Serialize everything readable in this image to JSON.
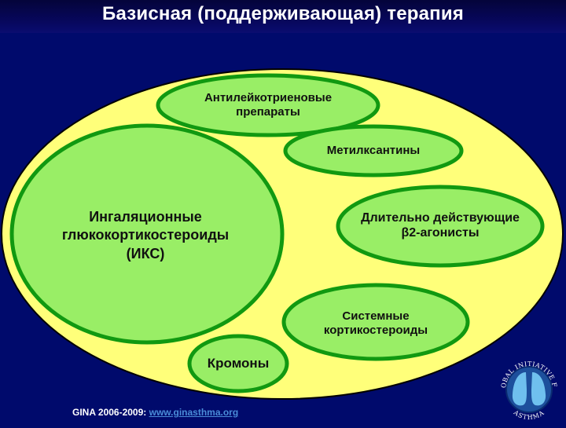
{
  "header": {
    "title": "Базисная (поддерживающая) терапия"
  },
  "diagram": {
    "container": {
      "label": "",
      "fill": "#ffff7a",
      "border": "#000000"
    },
    "node_fill": "#99ee66",
    "node_border": "#119911",
    "nodes": [
      {
        "id": "antileukotriene",
        "lines": [
          "Антилейкотриеновые",
          "препараты"
        ]
      },
      {
        "id": "methylxanthines",
        "lines": [
          "Метилксантины"
        ]
      },
      {
        "id": "ics",
        "lines": [
          "Ингаляционные",
          "глюкокортикостероиды",
          "(ИКС)"
        ]
      },
      {
        "id": "laba",
        "lines": [
          "Длительно действующие",
          "β2-агонисты"
        ]
      },
      {
        "id": "systemic-corticosteroids",
        "lines": [
          "Системные",
          "кортикостероиды"
        ]
      },
      {
        "id": "cromones",
        "lines": [
          "Кромоны"
        ]
      }
    ]
  },
  "footer": {
    "source_prefix": "GINA 2006-2009: ",
    "link_text": "www.ginasthma.org",
    "link_color": "#4a8cd8"
  },
  "logo": {
    "icon": "gina-lungs-logo-icon",
    "top_text": "GLOBAL INITIATIVE FOR",
    "bottom_text": "ASTHMA"
  }
}
